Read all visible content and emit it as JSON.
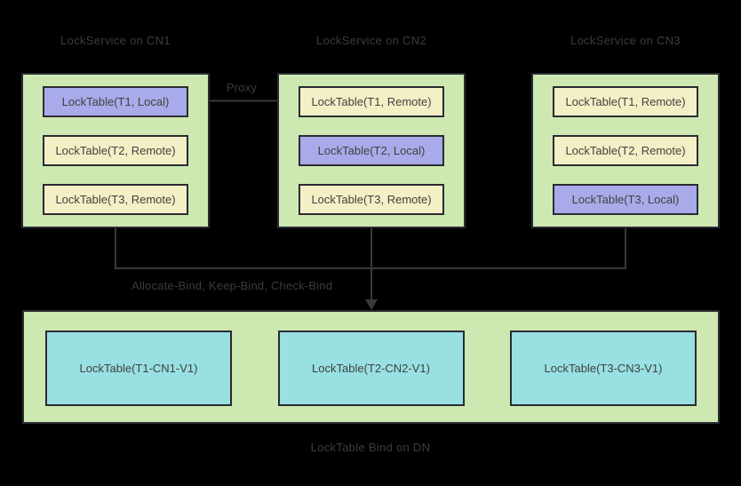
{
  "colors": {
    "background": "#000000",
    "service_fill": "#cde9b1",
    "local_table_fill": "#a9aae9",
    "remote_table_fill": "#f4f0c6",
    "dn_table_fill": "#98e0e2",
    "border": "#2b2b33",
    "connector_line": "#3a3a3a",
    "text": "#3c3c3c"
  },
  "services": [
    {
      "title": "LockService on CN1",
      "tables": [
        {
          "label": "LockTable(T1, Local)",
          "kind": "local"
        },
        {
          "label": "LockTable(T2, Remote)",
          "kind": "remote"
        },
        {
          "label": "LockTable(T3, Remote)",
          "kind": "remote"
        }
      ]
    },
    {
      "title": "LockService on CN2",
      "tables": [
        {
          "label": "LockTable(T1, Remote)",
          "kind": "remote"
        },
        {
          "label": "LockTable(T2, Local)",
          "kind": "local"
        },
        {
          "label": "LockTable(T3, Remote)",
          "kind": "remote"
        }
      ]
    },
    {
      "title": "LockService on CN3",
      "tables": [
        {
          "label": "LockTable(T1, Remote)",
          "kind": "remote"
        },
        {
          "label": "LockTable(T2, Remote)",
          "kind": "remote"
        },
        {
          "label": "LockTable(T3, Local)",
          "kind": "local"
        }
      ]
    }
  ],
  "edges": {
    "proxy_label": "Proxy",
    "bind_ops_label": "Allocate-Bind, Keep-Bind, Check-Bind"
  },
  "dn": {
    "tables": [
      {
        "label": "LockTable(T1-CN1-V1)"
      },
      {
        "label": "LockTable(T2-CN2-V1)"
      },
      {
        "label": "LockTable(T3-CN3-V1)"
      }
    ],
    "caption": "LockTable Bind on DN"
  }
}
